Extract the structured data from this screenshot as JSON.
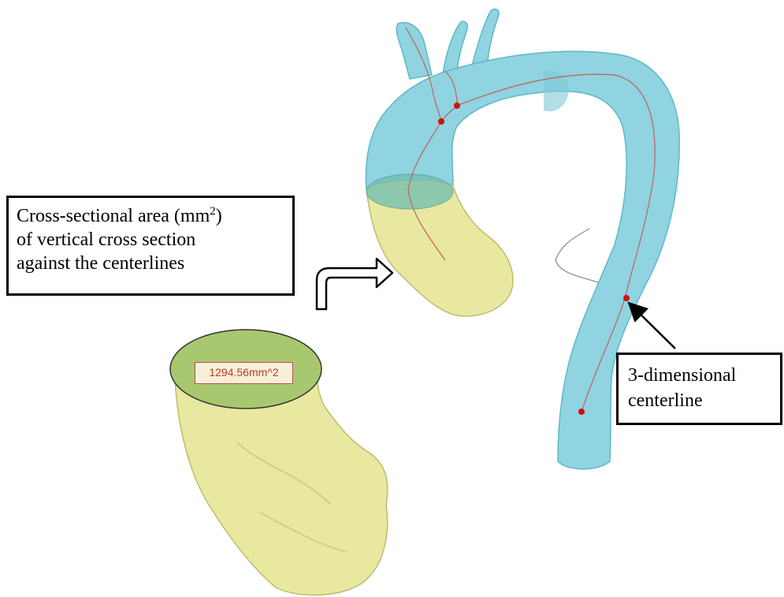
{
  "callouts": {
    "left": {
      "line1_before": "Cross-sectional area (mm",
      "line1_superscript": "2",
      "line1_after": ")",
      "line2": "of vertical cross section",
      "line3": "against the centerlines"
    },
    "right": {
      "line1": "3-dimensional",
      "line2": "centerline"
    }
  },
  "measurement": {
    "area_label": "1294.56mm^2"
  },
  "colors": {
    "aorta": "#8fd4e0",
    "aorta_stroke": "#5fb7c8",
    "root": "#e8e8a0",
    "root_stroke": "#bcbc70",
    "cross_section_face": "#a8c870",
    "centerline": "#c06060",
    "centerline_point": "#cc1111",
    "callout_border": "#000000"
  },
  "icons": [
    "curved-arrow-icon",
    "pointer-arrow-icon"
  ]
}
